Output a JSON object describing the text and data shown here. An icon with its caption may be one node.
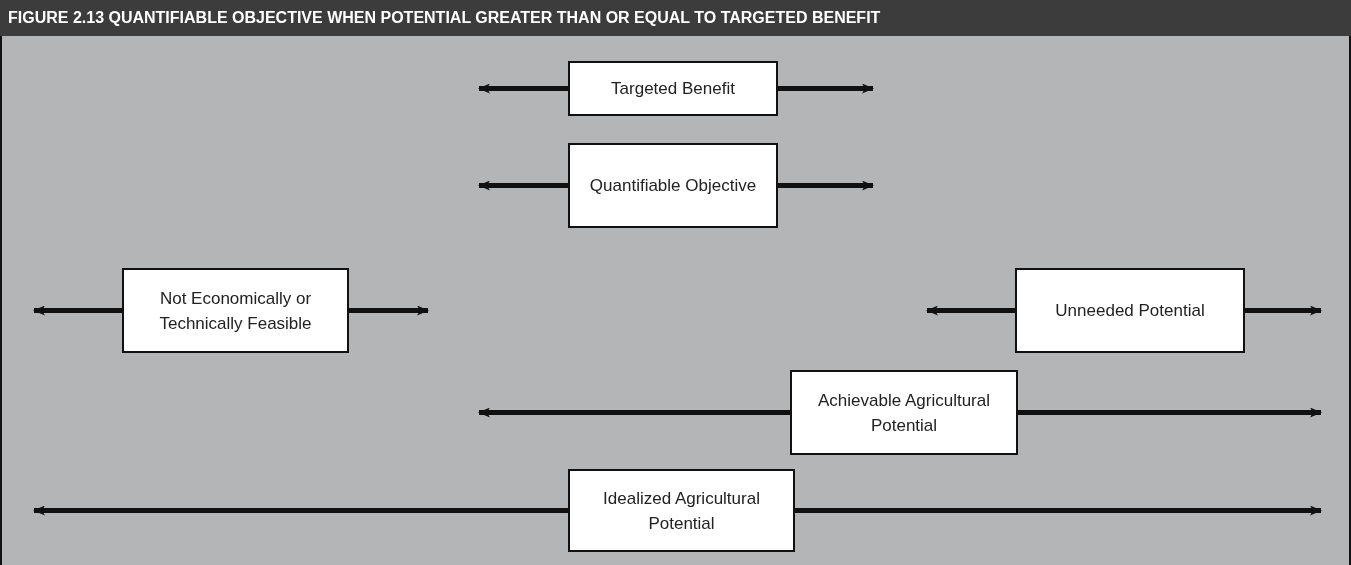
{
  "diagram": {
    "title": "FIGURE 2.13 QUANTIFIABLE OBJECTIVE WHEN POTENTIAL GREATER THAN OR EQUAL TO TARGETED BENEFIT",
    "nodes": [
      {
        "text": [
          "Targeted Benefit"
        ]
      },
      {
        "text": [
          "Quantifiable Objective"
        ]
      },
      {
        "text": [
          "Not Economically or Technically Feasible"
        ]
      },
      {
        "text": [
          "Unneeded Potential"
        ]
      },
      {
        "text": [
          "Achievable Agricultural Potential"
        ]
      },
      {
        "text": [
          "Idealized Agricultural Potential"
        ]
      }
    ]
  }
}
